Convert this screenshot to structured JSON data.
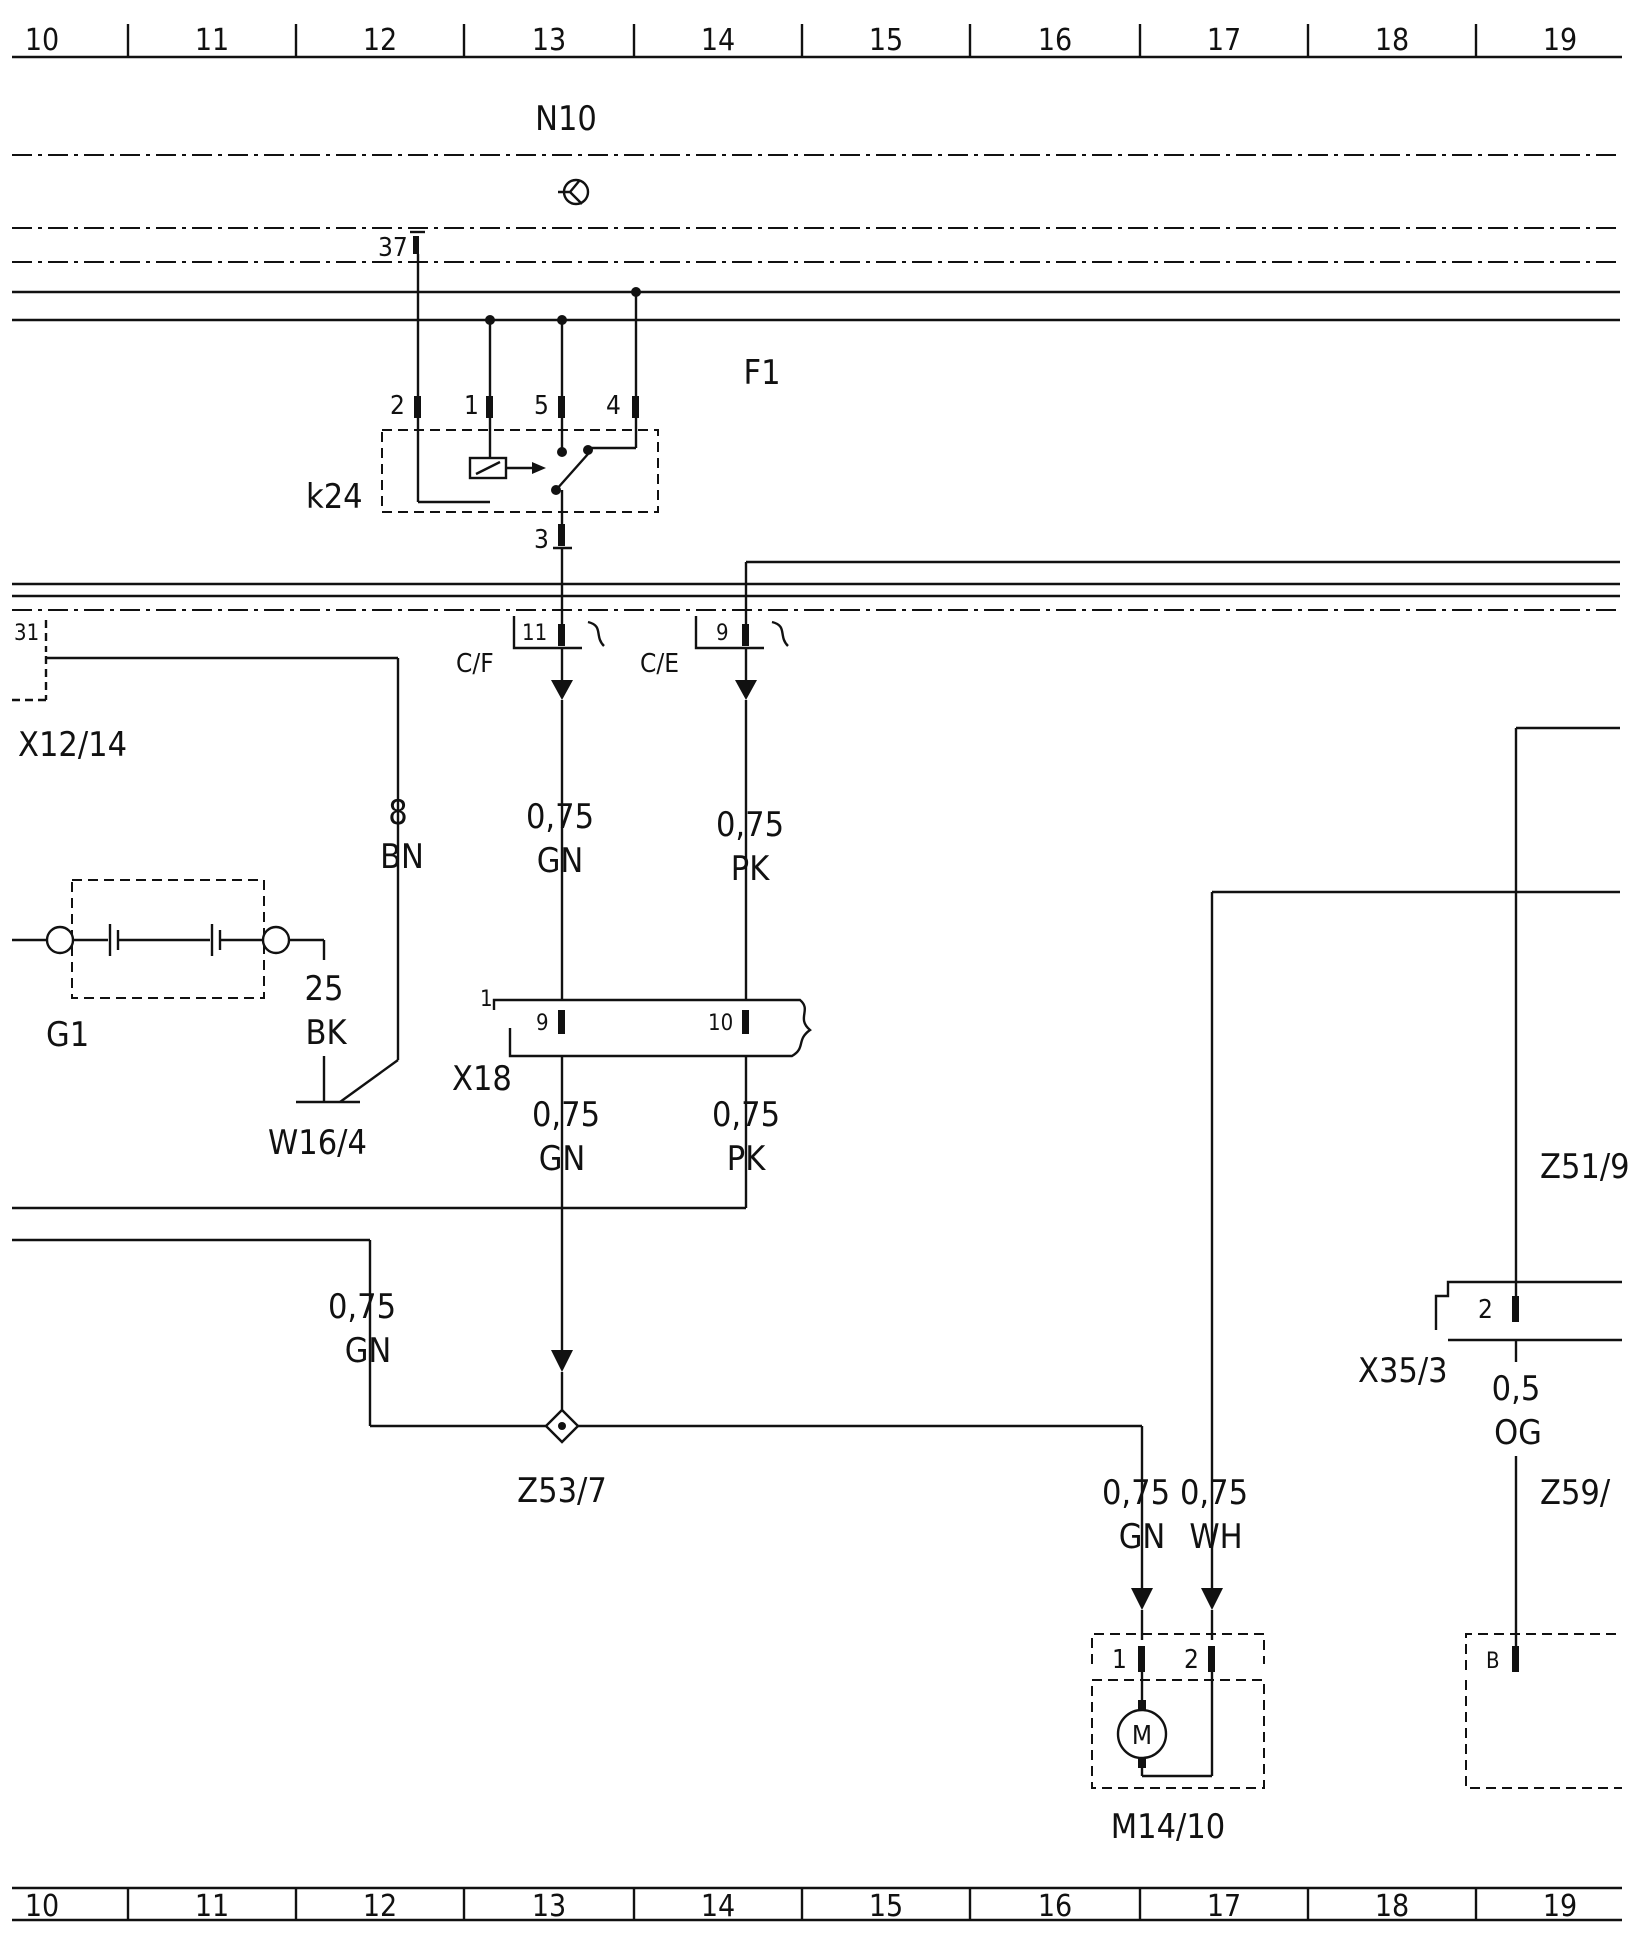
{
  "ruler": {
    "top": [
      "10",
      "11",
      "12",
      "13",
      "14",
      "15",
      "16",
      "17",
      "18",
      "19"
    ],
    "bottom": [
      "10",
      "11",
      "12",
      "13",
      "14",
      "15",
      "16",
      "17",
      "18",
      "19"
    ]
  },
  "components": {
    "n10": "N10",
    "f1": "F1",
    "k24": "k24",
    "x12_14": "X12/14",
    "g1": "G1",
    "w16_4": "W16/4",
    "x18": "X18",
    "z53_7": "Z53/7",
    "m14_10": "M14/10",
    "z51": "Z51/9",
    "x35_3": "X35/3",
    "z59": "Z59/"
  },
  "connectors": {
    "cf": "C/F",
    "ce": "C/E"
  },
  "pins": {
    "p37": "37",
    "k2": "2",
    "k1": "1",
    "k5": "5",
    "k4": "4",
    "k3": "3",
    "x12_31": "31",
    "cf_11": "11",
    "ce_9": "9",
    "x18_1": "1",
    "x18_9": "9",
    "x18_10": "10",
    "m_1": "1",
    "m_2": "2",
    "x35_2": "2",
    "z59_b": "B",
    "motor": "M"
  },
  "wires": {
    "w8": {
      "size": "8",
      "color": "BN"
    },
    "w25": {
      "size": "25",
      "color": "BK"
    },
    "cf_down": {
      "size": "0,75",
      "color": "GN"
    },
    "ce_down": {
      "size": "0,75",
      "color": "PK"
    },
    "x18_gn": {
      "size": "0,75",
      "color": "GN"
    },
    "x18_pk": {
      "size": "0,75",
      "color": "PK"
    },
    "left_gn": {
      "size": "0,75",
      "color": "GN"
    },
    "m_gn": {
      "size": "0,75",
      "color": "GN"
    },
    "m_wh": {
      "size": "0,75",
      "color": "WH"
    },
    "x35_og": {
      "size": "0,5",
      "color": "OG"
    }
  }
}
